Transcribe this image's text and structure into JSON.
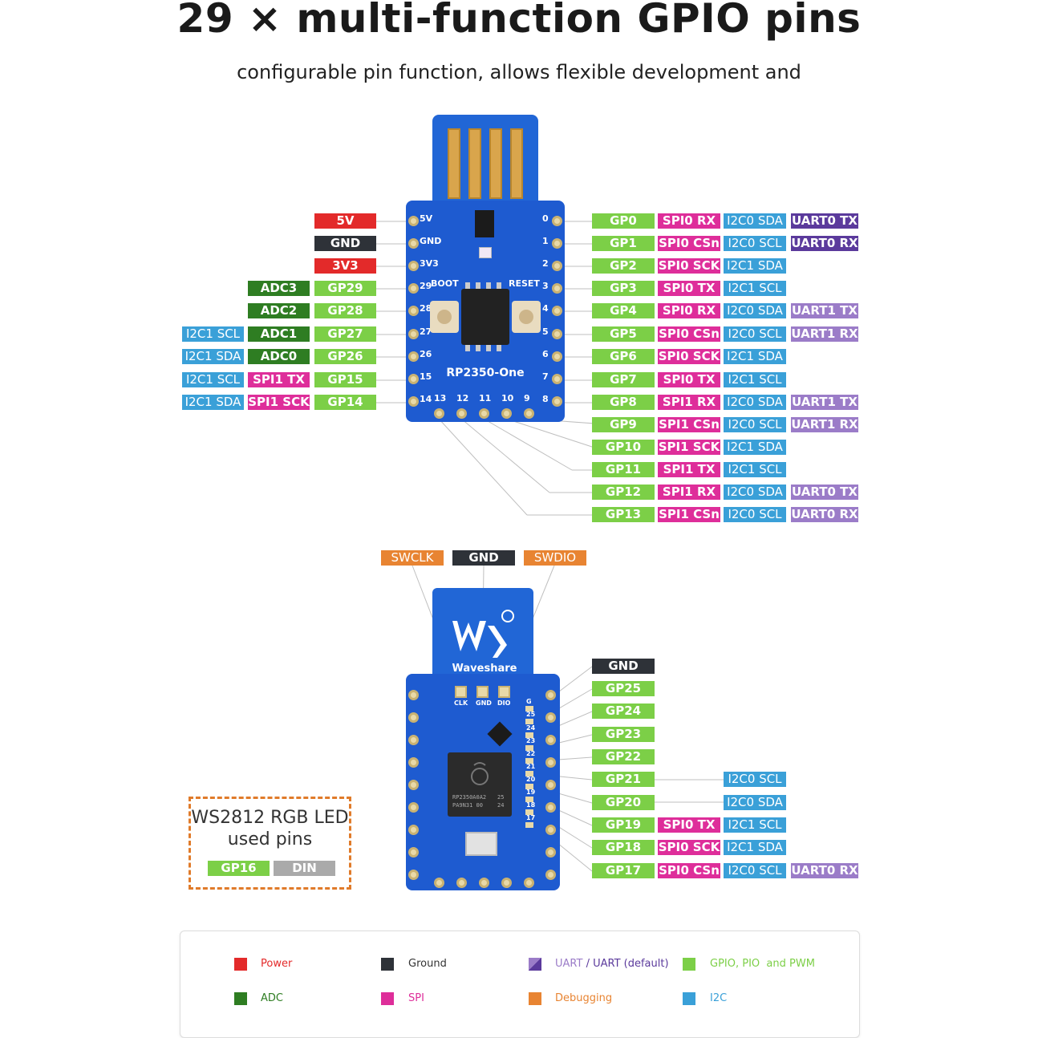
{
  "title": "29 × multi-function GPIO pins",
  "subtitle": "configurable pin function, allows flexible development and",
  "colors": {
    "power": "#e32a2a",
    "ground": "#2e3238",
    "uart": "#9b7cc8",
    "uart_default": "#5b3a9c",
    "gpio": "#7ccf47",
    "adc": "#2e7d22",
    "spi": "#de2e9a",
    "debug": "#e88432",
    "i2c": "#3aa0d8",
    "din": "#aaaaaa"
  },
  "top_left_labels": [
    {
      "t": "5V",
      "c": "power"
    },
    {
      "t": "GND",
      "c": "ground"
    },
    {
      "t": "3V3",
      "c": "power"
    },
    {
      "t": "ADC3",
      "c": "adc"
    },
    {
      "t": "GP29",
      "c": "gpio"
    },
    {
      "t": "ADC2",
      "c": "adc"
    },
    {
      "t": "GP28",
      "c": "gpio"
    },
    {
      "t": "I2C1 SCL",
      "c": "i2c"
    },
    {
      "t": "ADC1",
      "c": "adc"
    },
    {
      "t": "GP27",
      "c": "gpio"
    },
    {
      "t": "I2C1 SDA",
      "c": "i2c"
    },
    {
      "t": "ADC0",
      "c": "adc"
    },
    {
      "t": "GP26",
      "c": "gpio"
    },
    {
      "t": "I2C1 SCL",
      "c": "i2c"
    },
    {
      "t": "SPI1 TX",
      "c": "spi"
    },
    {
      "t": "GP15",
      "c": "gpio"
    },
    {
      "t": "I2C1 SDA",
      "c": "i2c"
    },
    {
      "t": "SPI1 SCK",
      "c": "spi"
    },
    {
      "t": "GP14",
      "c": "gpio"
    }
  ],
  "top_right_rows": [
    [
      "GP0",
      "SPI0 RX",
      "I2C0 SDA",
      "UART0 TX"
    ],
    [
      "GP1",
      "SPI0 CSn",
      "I2C0 SCL",
      "UART0 RX"
    ],
    [
      "GP2",
      "SPI0 SCK",
      "I2C1 SDA",
      ""
    ],
    [
      "GP3",
      "SPI0 TX",
      "I2C1 SCL",
      ""
    ],
    [
      "GP4",
      "SPI0 RX",
      "I2C0 SDA",
      "UART1 TX"
    ],
    [
      "GP5",
      "SPI0 CSn",
      "I2C0 SCL",
      "UART1 RX"
    ],
    [
      "GP6",
      "SPI0 SCK",
      "I2C1 SDA",
      ""
    ],
    [
      "GP7",
      "SPI0 TX",
      "I2C1 SCL",
      ""
    ],
    [
      "GP8",
      "SPI1 RX",
      "I2C0 SDA",
      "UART1 TX"
    ],
    [
      "GP9",
      "SPI1 CSn",
      "I2C0 SCL",
      "UART1 RX"
    ],
    [
      "GP10",
      "SPI1 SCK",
      "I2C1 SDA",
      ""
    ],
    [
      "GP11",
      "SPI1 TX",
      "I2C1 SCL",
      ""
    ],
    [
      "GP12",
      "SPI1 RX",
      "I2C0 SDA",
      "UART0 TX"
    ],
    [
      "GP13",
      "SPI1 CSn",
      "I2C0 SCL",
      "UART0 RX"
    ]
  ],
  "top_right_uart_default": [
    true,
    true,
    false,
    false,
    false,
    false,
    false,
    false,
    false,
    false,
    false,
    false,
    false,
    false
  ],
  "debug_labels": [
    "SWCLK",
    "GND",
    "SWDIO"
  ],
  "bottom_right_rows": [
    [
      "GND",
      "",
      "",
      ""
    ],
    [
      "GP25",
      "",
      "",
      ""
    ],
    [
      "GP24",
      "",
      "",
      ""
    ],
    [
      "GP23",
      "",
      "",
      ""
    ],
    [
      "GP22",
      "",
      "",
      ""
    ],
    [
      "GP21",
      "",
      "I2C0 SCL",
      ""
    ],
    [
      "GP20",
      "",
      "I2C0 SDA",
      ""
    ],
    [
      "GP19",
      "SPI0 TX",
      "I2C1 SCL",
      ""
    ],
    [
      "GP18",
      "SPI0 SCK",
      "I2C1 SDA",
      ""
    ],
    [
      "GP17",
      "SPI0 CSn",
      "I2C0 SCL",
      "UART0 RX"
    ]
  ],
  "board_top": {
    "name": "RP2350-One",
    "left_pins": [
      "5V",
      "GND",
      "3V3",
      "29",
      "28",
      "27",
      "26",
      "15",
      "14"
    ],
    "right_pins": [
      "0",
      "1",
      "2",
      "3",
      "4",
      "5",
      "6",
      "7",
      "8"
    ],
    "bottom_pins": [
      "13",
      "12",
      "11",
      "10",
      "9"
    ],
    "boot": "BOOT",
    "reset": "RESET"
  },
  "board_bottom": {
    "brand": "Waveshare",
    "swd_pins": [
      "CLK",
      "GND",
      "DIO"
    ],
    "chip": "RP2350A0A2",
    "chip_line2": "PA9N31 00",
    "chip_num1": "25",
    "chip_num2": "24",
    "right_pins": [
      "G",
      "25",
      "24",
      "23",
      "22",
      "21",
      "20",
      "19",
      "18",
      "17"
    ]
  },
  "ws2812": {
    "line1": "WS2812 RGB LED",
    "line2": "used pins",
    "pin": "GP16",
    "func": "DIN"
  },
  "legend": {
    "power": "Power",
    "ground": "Ground",
    "uart": "UART",
    "uart_sep": " / ",
    "uart_default": "UART (default)",
    "gpio": "GPIO, PIO  and PWM",
    "adc": "ADC",
    "spi": "SPI",
    "debug": "Debugging",
    "i2c": "I2C"
  }
}
